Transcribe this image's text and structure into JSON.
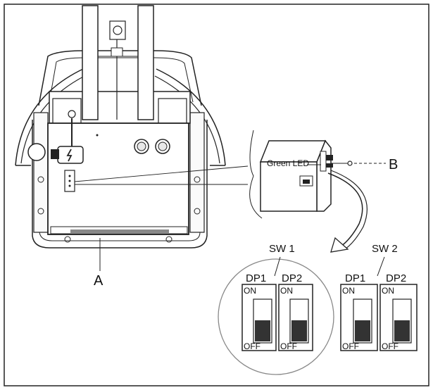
{
  "labels": {
    "a": "A",
    "b": "B",
    "green_led": "Green LED",
    "sw1": "SW 1",
    "sw2": "SW 2",
    "dp1": "DP1",
    "dp2": "DP2",
    "on": "ON",
    "off": "OFF"
  },
  "switches": [
    {
      "name": "SW 1",
      "dp1": "OFF",
      "dp2": "OFF"
    },
    {
      "name": "SW 2",
      "dp1": "OFF",
      "dp2": "OFF"
    }
  ],
  "colors": {
    "line": "#222222",
    "fill_light": "#f4f4f4",
    "knob": "#333333"
  }
}
